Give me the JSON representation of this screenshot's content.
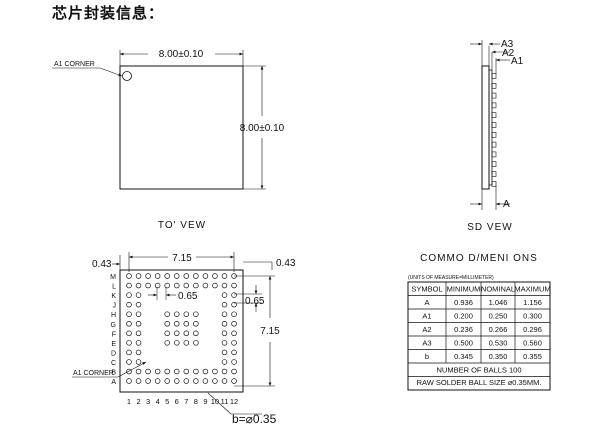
{
  "heading": "芯片封装信息：",
  "top_view": {
    "caption": "TO' VEW",
    "a1_label": "A1 CORNER",
    "width_dim": "8.00±0.10",
    "height_dim": "8.00±0.10"
  },
  "side_view": {
    "caption": "SD  VEW",
    "labels": [
      "A3",
      "A2",
      "A1",
      "A"
    ]
  },
  "bottom_view": {
    "width_dim": "7.15",
    "height_dim": "7.15",
    "left_offset": "0.43",
    "right_offset": "0.43",
    "pitch_h": "0.65",
    "pitch_v": "0.65",
    "a1_label": "A1 CORNER",
    "ball_dim": "b=⌀0.35",
    "row_letters": [
      "M",
      "L",
      "K",
      "J",
      "H",
      "G",
      "F",
      "E",
      "D",
      "C",
      "B",
      "A"
    ],
    "col_numbers": [
      "1",
      "2",
      "3",
      "4",
      "5",
      "6",
      "7",
      "8",
      "9",
      "10",
      "11",
      "12"
    ]
  },
  "dimensions_table": {
    "title": "COMMO  D/MENI  ONS",
    "units_note": "(UNITS OF MEASURE=MILLIMETER)",
    "headers": [
      "SYMBOL",
      "MINIMUM",
      "NOMINAL",
      "MAXIMUM"
    ],
    "rows": [
      [
        "A",
        "0.936",
        "1.046",
        "1.156"
      ],
      [
        "A1",
        "0.200",
        "0.250",
        "0.300"
      ],
      [
        "A2",
        "0.236",
        "0.266",
        "0.296"
      ],
      [
        "A3",
        "0.500",
        "0.530",
        "0.560"
      ],
      [
        "b",
        "0.345",
        "0.350",
        "0.355"
      ]
    ],
    "footer_1": "NUMBER OF BALLS 100",
    "footer_2": "RAW SOLDER BALL SIZE ⌀0.35MM."
  }
}
